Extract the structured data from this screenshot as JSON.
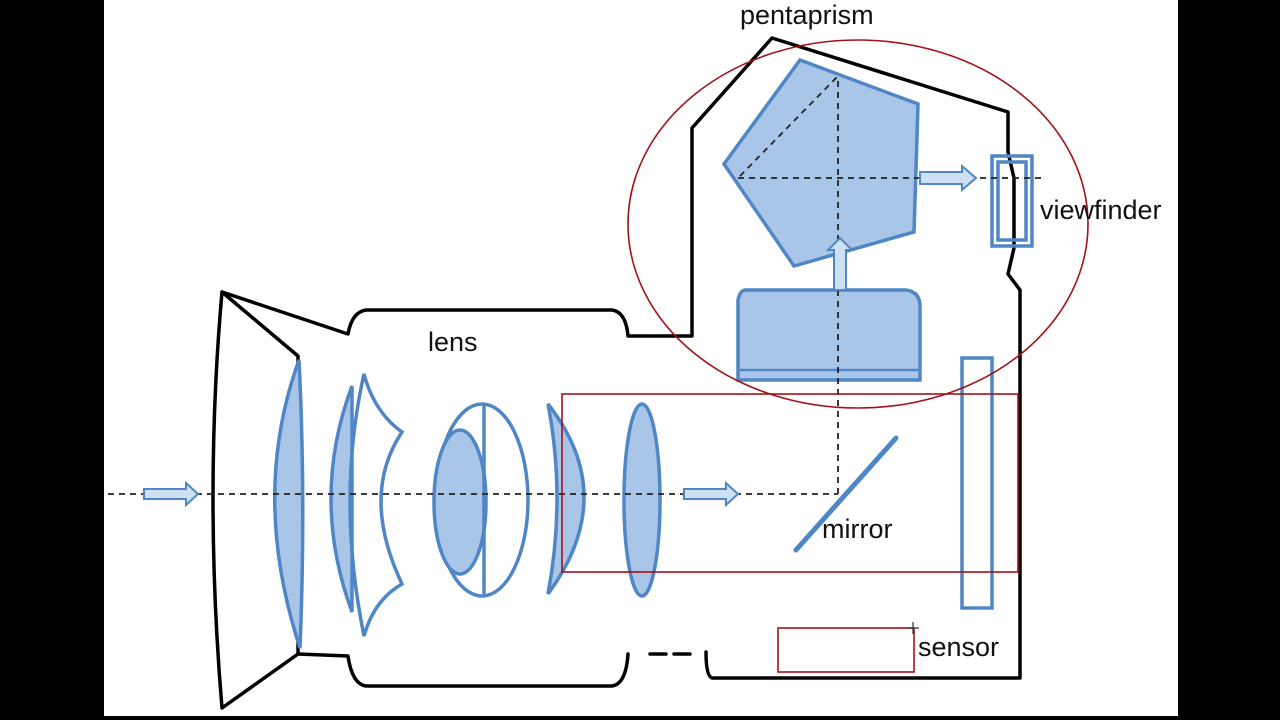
{
  "diagram": {
    "labels": {
      "pentaprism": "pentaprism",
      "viewfinder": "viewfinder",
      "lens": "lens",
      "mirror": "mirror",
      "sensor": "sensor"
    },
    "colors": {
      "glass_fill": "#a9c6e8",
      "glass_stroke": "#4f86c6",
      "annotation_red": "#a3121c",
      "body_outline": "#000000",
      "background": "#ffffff",
      "letterbox": "#000000"
    },
    "annotations": [
      "ellipse-around-pentaprism",
      "rectangle-around-mirror-path",
      "rectangle-near-sensor"
    ]
  }
}
